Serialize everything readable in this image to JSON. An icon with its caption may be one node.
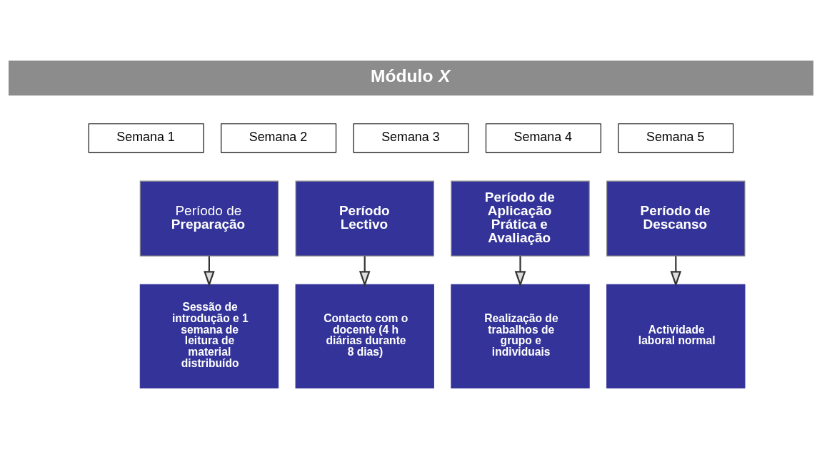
{
  "diagram": {
    "nodes": [
      {
        "text": [
          "Módulo *X*"
        ]
      },
      {
        "text": [
          "Semana 1"
        ]
      },
      {
        "text": [
          "Semana 2"
        ]
      },
      {
        "text": [
          "Semana 3"
        ]
      },
      {
        "text": [
          "Semana 4"
        ]
      },
      {
        "text": [
          "Semana 5"
        ]
      },
      {
        "text": [
          "Período de **Preparação**"
        ]
      },
      {
        "text": [
          "**Período Lectivo**"
        ]
      },
      {
        "text": [
          "**Período de Aplicação Prática e Avaliação**"
        ]
      },
      {
        "text": [
          "**Período de Descanso**"
        ]
      },
      {
        "text": [
          "**Sessão de introdução e 1 semana de leitura de material distribuído**"
        ]
      },
      {
        "text": [
          "**Contacto com o docente (4 h diárias durante 8 dias)**"
        ]
      },
      {
        "text": [
          "**Realização de trabalhos de grupo e individuais**"
        ]
      },
      {
        "text": [
          "**Actividade laboral normal**"
        ]
      }
    ],
    "edges": [
      {
        "from": 6,
        "to": 10,
        "arrow": "to"
      },
      {
        "from": 7,
        "to": 11,
        "arrow": "to"
      },
      {
        "from": 8,
        "to": 12,
        "arrow": "to"
      },
      {
        "from": 9,
        "to": 13,
        "arrow": "to"
      }
    ]
  }
}
